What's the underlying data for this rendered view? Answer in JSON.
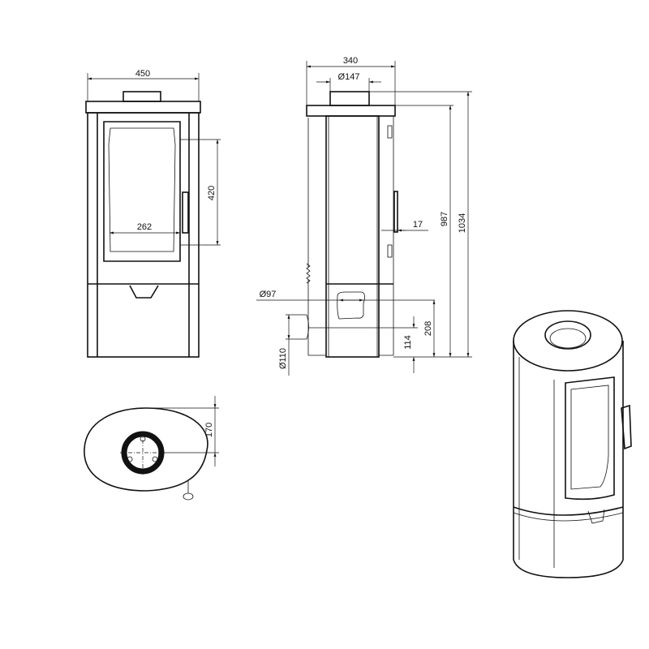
{
  "title": "Stove dimension drawing",
  "front_view": {
    "width": "450",
    "glass_height": "420",
    "glass_width": "262"
  },
  "side_view": {
    "depth": "340",
    "flue_diameter": "Ø147",
    "handle_offset": "17",
    "height_top_plate": "987",
    "height_total": "1034",
    "air_diameter": "Ø97",
    "air_height": "208",
    "rear_outlet_height": "114",
    "rear_outlet_diameter": "Ø110"
  },
  "top_view": {
    "flue_offset": "170"
  }
}
